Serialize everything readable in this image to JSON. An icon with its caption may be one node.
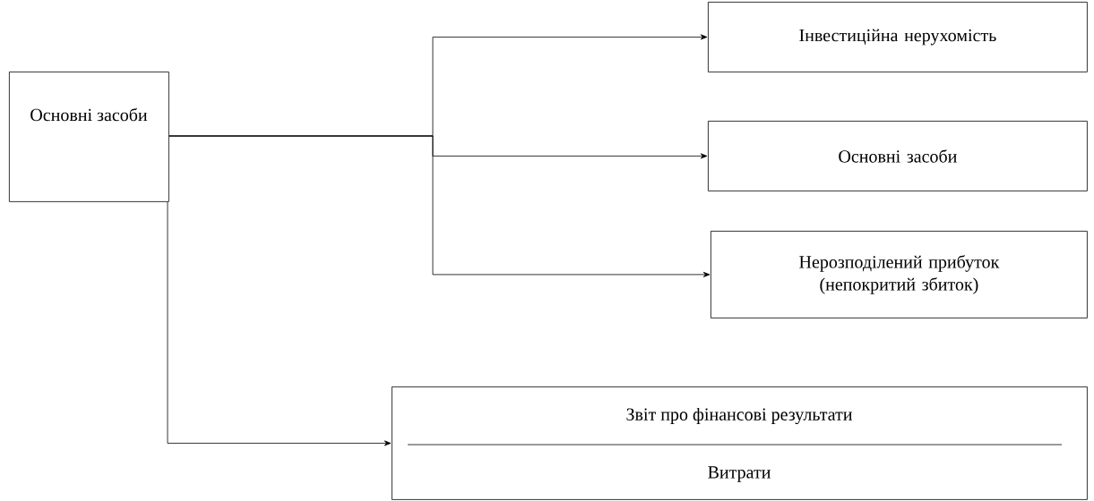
{
  "diagram": {
    "nodes": [
      {
        "text": [
          "Основні засоби"
        ]
      },
      {
        "text": [
          "Інвестиційна нерухомість"
        ]
      },
      {
        "text": [
          "Основні засоби"
        ]
      },
      {
        "text": [
          "Нерозподілений прибуток (непокритий збиток)"
        ]
      },
      {
        "text": [
          "Звіт про фінансові результати",
          "Витрати"
        ]
      }
    ],
    "edges": [
      {
        "from": 0,
        "to": 1,
        "arrow": "to"
      },
      {
        "from": 0,
        "to": 2,
        "arrow": "to"
      },
      {
        "from": 0,
        "to": 3,
        "arrow": "to"
      },
      {
        "from": 0,
        "to": 4,
        "arrow": "to"
      }
    ]
  }
}
